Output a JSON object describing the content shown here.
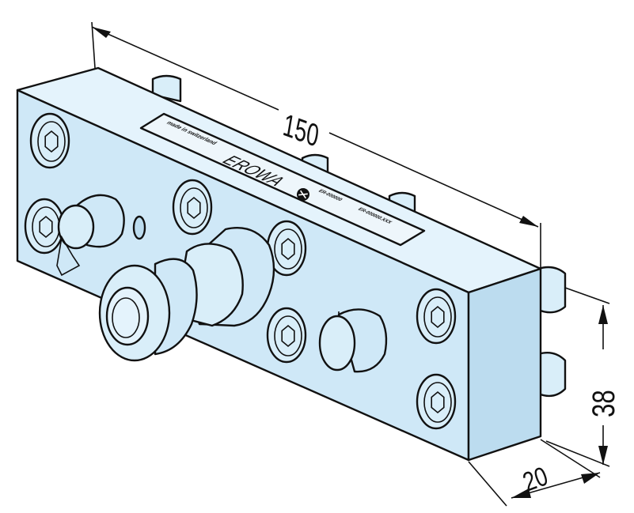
{
  "colors": {
    "body_front": "#cfe8f7",
    "body_top": "#e4f3fc",
    "body_side": "#bcdcef",
    "bolt": "#d9eef9",
    "nameplate": "#eef6fb",
    "outline": "#111111"
  },
  "dimensions": {
    "length": "150",
    "height": "38",
    "depth": "20"
  },
  "nameplate": {
    "line1": "made in switzerland",
    "brand": "EROWA",
    "code1": "ER-000000",
    "code2": "ER-000000.XXX"
  },
  "icons": [
    "hex-socket-bolt-icon",
    "erowa-logo-icon",
    "pin-icon"
  ]
}
